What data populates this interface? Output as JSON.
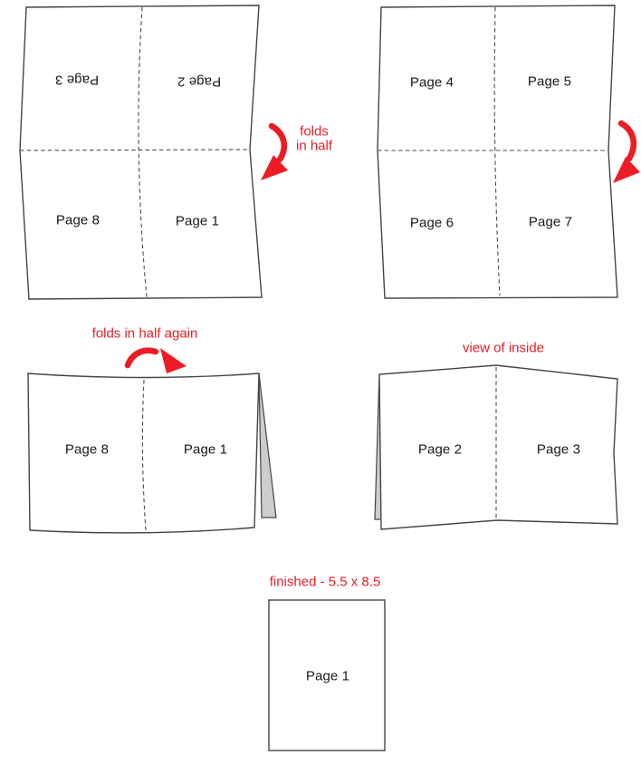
{
  "colors": {
    "accent_red": "#ed1c24",
    "sheet_line": "#454545",
    "fold_dash": "#4d4d4d",
    "flap_gray": "#cdcdcd",
    "label_text": "#1a1a1a"
  },
  "step1": {
    "fold_note": {
      "line1": "folds",
      "line2": "in half"
    },
    "cells": {
      "top_left": "Page 3",
      "top_right": "Page 2",
      "bottom_left": "Page 8",
      "bottom_right": "Page 1"
    }
  },
  "step2": {
    "cells": {
      "top_left": "Page 4",
      "top_right": "Page 5",
      "bottom_left": "Page 6",
      "bottom_right": "Page 7"
    }
  },
  "step3": {
    "note": "folds in half again",
    "pages": {
      "left": "Page 8",
      "right": "Page 1"
    }
  },
  "step4": {
    "note": "view of inside",
    "pages": {
      "left": "Page 2",
      "right": "Page 3"
    }
  },
  "step5": {
    "note": "finished - 5.5 x 8.5",
    "page": "Page 1"
  }
}
